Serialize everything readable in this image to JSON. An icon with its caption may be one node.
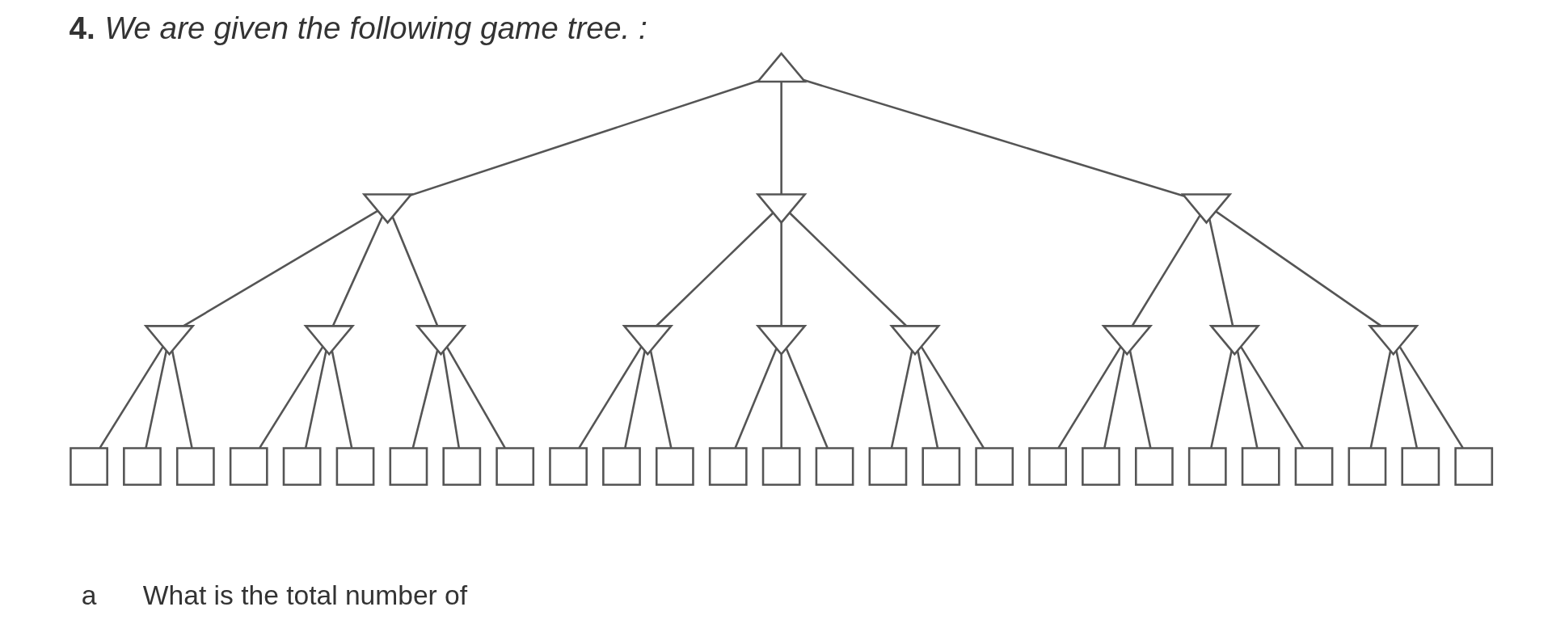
{
  "diagram": {
    "title": "4. We are given the following game tree. :",
    "nodes": [
      {
        "text": [],
        "shape": "triangle"
      },
      {
        "text": [],
        "shape": "inverted-triangle"
      },
      {
        "text": [],
        "shape": "inverted-triangle"
      },
      {
        "text": [],
        "shape": "inverted-triangle"
      },
      {
        "text": [],
        "shape": "inverted-triangle"
      },
      {
        "text": [],
        "shape": "inverted-triangle"
      },
      {
        "text": [],
        "shape": "inverted-triangle"
      },
      {
        "text": [],
        "shape": "inverted-triangle"
      },
      {
        "text": [],
        "shape": "inverted-triangle"
      },
      {
        "text": [],
        "shape": "inverted-triangle"
      },
      {
        "text": [],
        "shape": "inverted-triangle"
      },
      {
        "text": [],
        "shape": "inverted-triangle"
      },
      {
        "text": [],
        "shape": "inverted-triangle"
      },
      {
        "text": [],
        "shape": "box"
      },
      {
        "text": [],
        "shape": "box"
      },
      {
        "text": [],
        "shape": "box"
      },
      {
        "text": [],
        "shape": "box"
      },
      {
        "text": [],
        "shape": "box"
      },
      {
        "text": [],
        "shape": "box"
      },
      {
        "text": [],
        "shape": "box"
      },
      {
        "text": [],
        "shape": "box"
      },
      {
        "text": [],
        "shape": "box"
      },
      {
        "text": [],
        "shape": "box"
      },
      {
        "text": [],
        "shape": "box"
      },
      {
        "text": [],
        "shape": "box"
      },
      {
        "text": [],
        "shape": "box"
      },
      {
        "text": [],
        "shape": "box"
      },
      {
        "text": [],
        "shape": "box"
      },
      {
        "text": [],
        "shape": "box"
      },
      {
        "text": [],
        "shape": "box"
      },
      {
        "text": [],
        "shape": "box"
      },
      {
        "text": [],
        "shape": "box"
      },
      {
        "text": [],
        "shape": "box"
      },
      {
        "text": [],
        "shape": "box"
      },
      {
        "text": [],
        "shape": "box"
      },
      {
        "text": [],
        "shape": "box"
      },
      {
        "text": [],
        "shape": "box"
      },
      {
        "text": [],
        "shape": "box"
      },
      {
        "text": [],
        "shape": "box"
      },
      {
        "text": [],
        "shape": "box"
      }
    ],
    "edges": [
      {
        "from": 0,
        "to": 1,
        "arrow": "none"
      },
      {
        "from": 0,
        "to": 2,
        "arrow": "none"
      },
      {
        "from": 0,
        "to": 3,
        "arrow": "none"
      },
      {
        "from": 1,
        "to": 4,
        "arrow": "none"
      },
      {
        "from": 1,
        "to": 5,
        "arrow": "none"
      },
      {
        "from": 1,
        "to": 6,
        "arrow": "none"
      },
      {
        "from": 2,
        "to": 7,
        "arrow": "none"
      },
      {
        "from": 2,
        "to": 8,
        "arrow": "none"
      },
      {
        "from": 2,
        "to": 9,
        "arrow": "none"
      },
      {
        "from": 3,
        "to": 10,
        "arrow": "none"
      },
      {
        "from": 3,
        "to": 11,
        "arrow": "none"
      },
      {
        "from": 3,
        "to": 12,
        "arrow": "none"
      },
      {
        "from": 4,
        "to": 13,
        "arrow": "none"
      },
      {
        "from": 4,
        "to": 14,
        "arrow": "none"
      },
      {
        "from": 4,
        "to": 15,
        "arrow": "none"
      },
      {
        "from": 5,
        "to": 16,
        "arrow": "none"
      },
      {
        "from": 5,
        "to": 17,
        "arrow": "none"
      },
      {
        "from": 5,
        "to": 18,
        "arrow": "none"
      },
      {
        "from": 6,
        "to": 19,
        "arrow": "none"
      },
      {
        "from": 6,
        "to": 20,
        "arrow": "none"
      },
      {
        "from": 6,
        "to": 21,
        "arrow": "none"
      },
      {
        "from": 7,
        "to": 22,
        "arrow": "none"
      },
      {
        "from": 7,
        "to": 23,
        "arrow": "none"
      },
      {
        "from": 7,
        "to": 24,
        "arrow": "none"
      },
      {
        "from": 8,
        "to": 25,
        "arrow": "none"
      },
      {
        "from": 8,
        "to": 26,
        "arrow": "none"
      },
      {
        "from": 8,
        "to": 27,
        "arrow": "none"
      },
      {
        "from": 9,
        "to": 28,
        "arrow": "none"
      },
      {
        "from": 9,
        "to": 29,
        "arrow": "none"
      },
      {
        "from": 9,
        "to": 30,
        "arrow": "none"
      },
      {
        "from": 10,
        "to": 31,
        "arrow": "none"
      },
      {
        "from": 10,
        "to": 32,
        "arrow": "none"
      },
      {
        "from": 10,
        "to": 33,
        "arrow": "none"
      },
      {
        "from": 11,
        "to": 34,
        "arrow": "none"
      },
      {
        "from": 11,
        "to": 35,
        "arrow": "none"
      },
      {
        "from": 11,
        "to": 36,
        "arrow": "none"
      },
      {
        "from": 12,
        "to": 37,
        "arrow": "none"
      },
      {
        "from": 12,
        "to": 38,
        "arrow": "none"
      },
      {
        "from": 12,
        "to": 39,
        "arrow": "none"
      }
    ],
    "labels": [
      "a",
      "What is the total number of"
    ]
  }
}
